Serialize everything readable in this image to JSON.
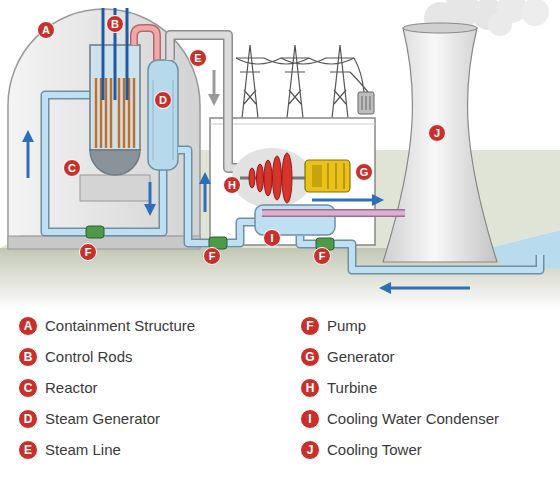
{
  "diagram": {
    "labels": [
      "A",
      "B",
      "C",
      "D",
      "E",
      "F",
      "F",
      "F",
      "G",
      "H",
      "I",
      "J",
      "A",
      "B",
      "C",
      "D",
      "E",
      "F",
      "G",
      "H",
      "I",
      "J"
    ],
    "legend": [
      {
        "text": "Containment Structure"
      },
      {
        "text": "Control Rods"
      },
      {
        "text": "Reactor"
      },
      {
        "text": "Steam Generator"
      },
      {
        "text": "Steam Line"
      },
      {
        "text": "Pump"
      },
      {
        "text": "Generator"
      },
      {
        "text": "Turbine"
      },
      {
        "text": "Cooling Water Condenser"
      },
      {
        "text": "Cooling Tower"
      }
    ]
  }
}
